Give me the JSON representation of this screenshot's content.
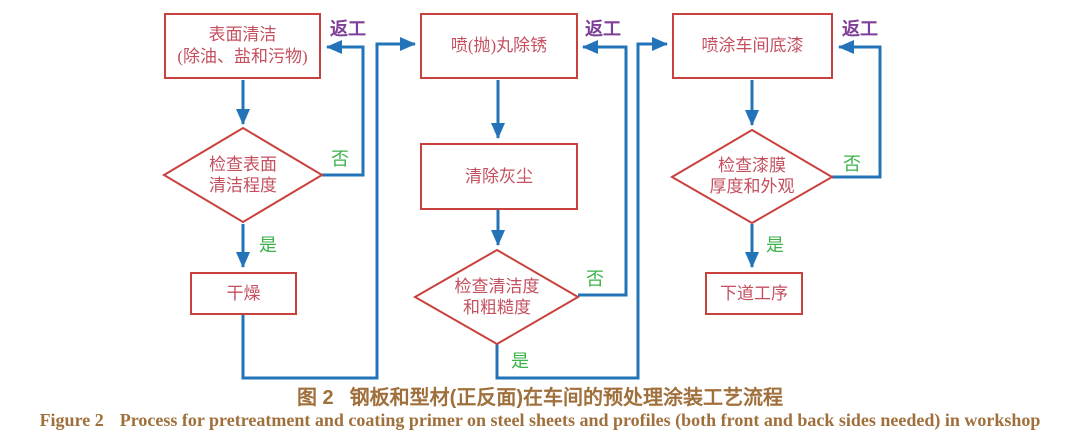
{
  "flow": {
    "labels": {
      "rework": "返工",
      "yes": "是",
      "no": "否"
    },
    "boxes": {
      "surface_clean": {
        "line1": "表面清洁",
        "line2": "(除油、盐和污物)"
      },
      "shot_blast": {
        "line1": "喷(抛)丸除锈"
      },
      "dust_clean": {
        "line1": "清除灰尘"
      },
      "dry": {
        "line1": "干燥"
      },
      "primer": {
        "line1": "喷涂车间底漆"
      },
      "next_step": {
        "line1": "下道工序"
      }
    },
    "decisions": {
      "surface": {
        "line1": "检查表面",
        "line2": "清洁程度"
      },
      "clean_rough": {
        "line1": "检查清洁度",
        "line2": "和粗糙度"
      },
      "film": {
        "line1": "检查漆膜",
        "line2": "厚度和外观"
      }
    }
  },
  "figure": {
    "caption_zh_label": "图 2",
    "caption_zh_text": "钢板和型材(正反面)在车间的预处理涂装工艺流程",
    "caption_en_label": "Figure 2",
    "caption_en_text": "Process for pretreatment and coating primer on steel sheets and profiles (both front and back sides needed) in workshop"
  },
  "colors": {
    "box_border": "#c8413c",
    "box_text": "#c4505f",
    "line_blue": "#2373b9",
    "rework_purple": "#7d3f98",
    "yes_no_green": "#3bb24a",
    "caption_brown": "#a0703c"
  }
}
